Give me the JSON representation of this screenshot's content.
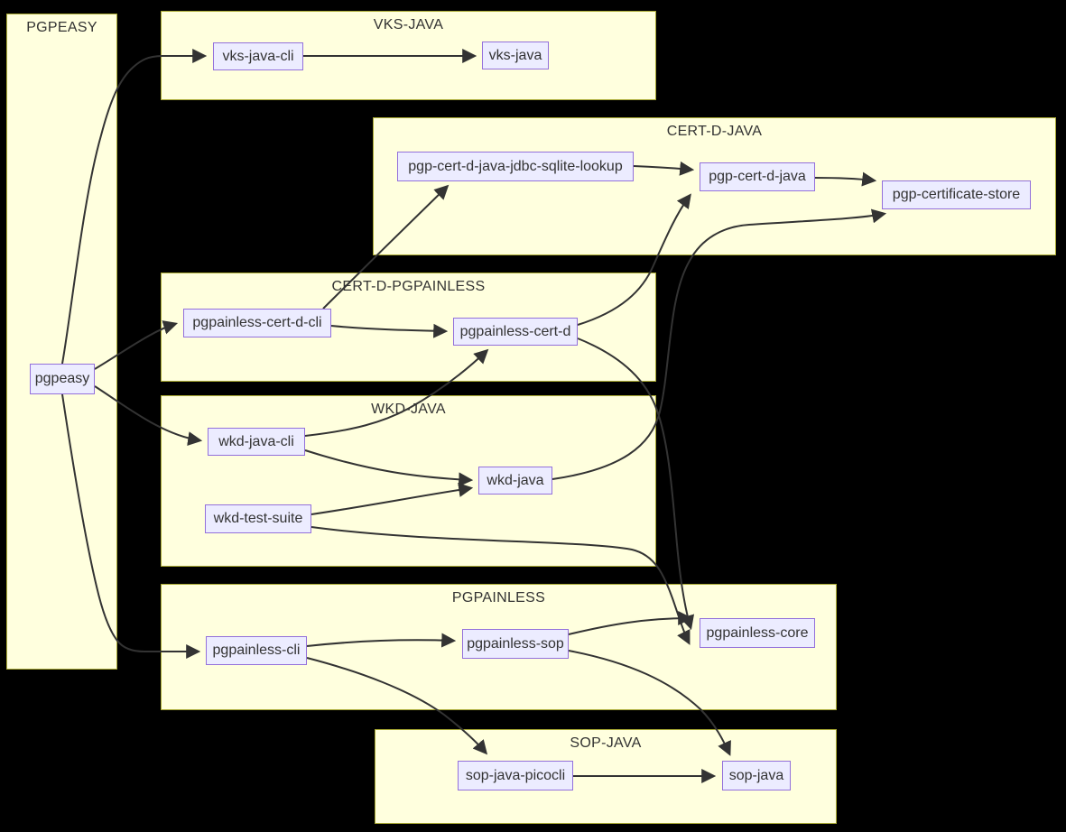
{
  "diagram": {
    "type": "dependency-flowchart",
    "colors": {
      "background": "#000000",
      "group_fill": "#ffffde",
      "group_border": "#aaaa33",
      "node_fill": "#ececff",
      "node_border": "#9370db",
      "edge": "#333333",
      "text": "#333333"
    },
    "groups": [
      {
        "id": "pgpeasy-group",
        "label": "PGPEASY"
      },
      {
        "id": "vks-java-group",
        "label": "VKS-JAVA"
      },
      {
        "id": "cert-d-java-group",
        "label": "CERT-D-JAVA"
      },
      {
        "id": "cert-d-pgpainless-group",
        "label": "CERT-D-PGPAINLESS"
      },
      {
        "id": "wkd-java-group",
        "label": "WKD-JAVA"
      },
      {
        "id": "pgpainless-group",
        "label": "PGPAINLESS"
      },
      {
        "id": "sop-java-group",
        "label": "SOP-JAVA"
      }
    ],
    "nodes": [
      {
        "id": "pgpeasy",
        "label": "pgpeasy",
        "group": "PGPEASY"
      },
      {
        "id": "vks-java-cli",
        "label": "vks-java-cli",
        "group": "VKS-JAVA"
      },
      {
        "id": "vks-java",
        "label": "vks-java",
        "group": "VKS-JAVA"
      },
      {
        "id": "pgp-cert-d-java-jdbc-sqlite-lookup",
        "label": "pgp-cert-d-java-jdbc-sqlite-lookup",
        "group": "CERT-D-JAVA"
      },
      {
        "id": "pgp-cert-d-java",
        "label": "pgp-cert-d-java",
        "group": "CERT-D-JAVA"
      },
      {
        "id": "pgp-certificate-store",
        "label": "pgp-certificate-store",
        "group": "CERT-D-JAVA"
      },
      {
        "id": "pgpainless-cert-d-cli",
        "label": "pgpainless-cert-d-cli",
        "group": "CERT-D-PGPAINLESS"
      },
      {
        "id": "pgpainless-cert-d",
        "label": "pgpainless-cert-d",
        "group": "CERT-D-PGPAINLESS"
      },
      {
        "id": "wkd-java-cli",
        "label": "wkd-java-cli",
        "group": "WKD-JAVA"
      },
      {
        "id": "wkd-java",
        "label": "wkd-java",
        "group": "WKD-JAVA"
      },
      {
        "id": "wkd-test-suite",
        "label": "wkd-test-suite",
        "group": "WKD-JAVA"
      },
      {
        "id": "pgpainless-cli",
        "label": "pgpainless-cli",
        "group": "PGPAINLESS"
      },
      {
        "id": "pgpainless-sop",
        "label": "pgpainless-sop",
        "group": "PGPAINLESS"
      },
      {
        "id": "pgpainless-core",
        "label": "pgpainless-core",
        "group": "PGPAINLESS"
      },
      {
        "id": "sop-java-picocli",
        "label": "sop-java-picocli",
        "group": "SOP-JAVA"
      },
      {
        "id": "sop-java",
        "label": "sop-java",
        "group": "SOP-JAVA"
      }
    ],
    "edges": [
      {
        "from": "pgpeasy",
        "to": "vks-java-cli"
      },
      {
        "from": "pgpeasy",
        "to": "pgpainless-cert-d-cli"
      },
      {
        "from": "pgpeasy",
        "to": "wkd-java-cli"
      },
      {
        "from": "pgpeasy",
        "to": "pgpainless-cli"
      },
      {
        "from": "vks-java-cli",
        "to": "vks-java"
      },
      {
        "from": "pgp-cert-d-java-jdbc-sqlite-lookup",
        "to": "pgp-cert-d-java"
      },
      {
        "from": "pgp-cert-d-java",
        "to": "pgp-certificate-store"
      },
      {
        "from": "pgpainless-cert-d-cli",
        "to": "pgp-cert-d-java-jdbc-sqlite-lookup"
      },
      {
        "from": "pgpainless-cert-d-cli",
        "to": "pgpainless-cert-d"
      },
      {
        "from": "pgpainless-cert-d",
        "to": "pgp-cert-d-java"
      },
      {
        "from": "pgpainless-cert-d",
        "to": "pgpainless-core"
      },
      {
        "from": "wkd-java-cli",
        "to": "wkd-java"
      },
      {
        "from": "wkd-java-cli",
        "to": "pgpainless-cert-d"
      },
      {
        "from": "wkd-java",
        "to": "pgp-certificate-store"
      },
      {
        "from": "wkd-test-suite",
        "to": "wkd-java"
      },
      {
        "from": "wkd-test-suite",
        "to": "pgpainless-core"
      },
      {
        "from": "pgpainless-cli",
        "to": "pgpainless-sop"
      },
      {
        "from": "pgpainless-cli",
        "to": "sop-java-picocli"
      },
      {
        "from": "pgpainless-sop",
        "to": "pgpainless-core"
      },
      {
        "from": "pgpainless-sop",
        "to": "sop-java"
      },
      {
        "from": "sop-java-picocli",
        "to": "sop-java"
      }
    ]
  }
}
